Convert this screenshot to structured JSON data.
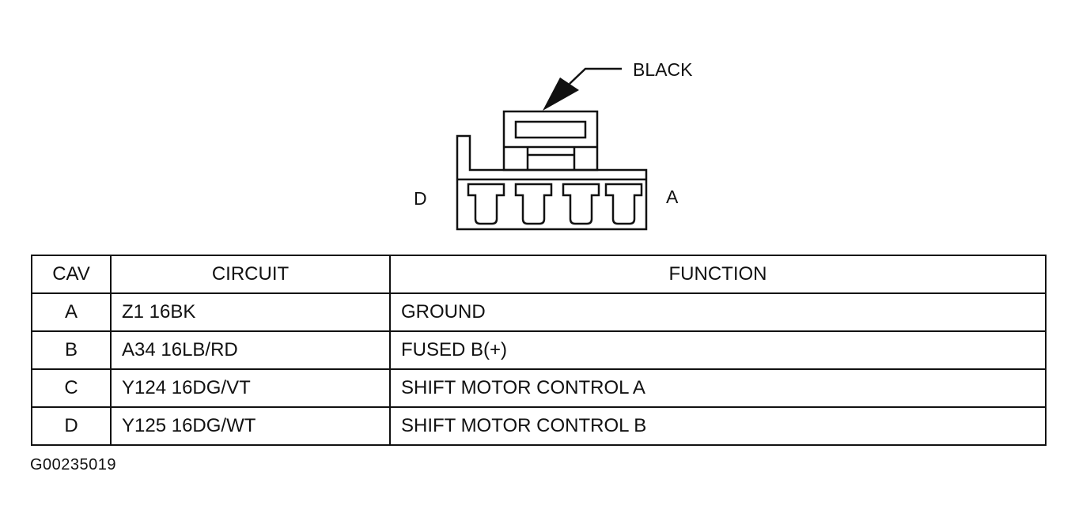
{
  "diagram": {
    "connector_color_label": "BLACK",
    "end_label_left": "D",
    "end_label_right": "A"
  },
  "table": {
    "headers": {
      "cav": "CAV",
      "circuit": "CIRCUIT",
      "function": "FUNCTION"
    },
    "rows": [
      {
        "cav": "A",
        "circuit": "Z1 16BK",
        "function": "GROUND"
      },
      {
        "cav": "B",
        "circuit": "A34 16LB/RD",
        "function": "FUSED B(+)"
      },
      {
        "cav": "C",
        "circuit": "Y124 16DG/VT",
        "function": "SHIFT MOTOR CONTROL A"
      },
      {
        "cav": "D",
        "circuit": "Y125 16DG/WT",
        "function": "SHIFT MOTOR CONTROL B"
      }
    ]
  },
  "figure_id": "G00235019"
}
